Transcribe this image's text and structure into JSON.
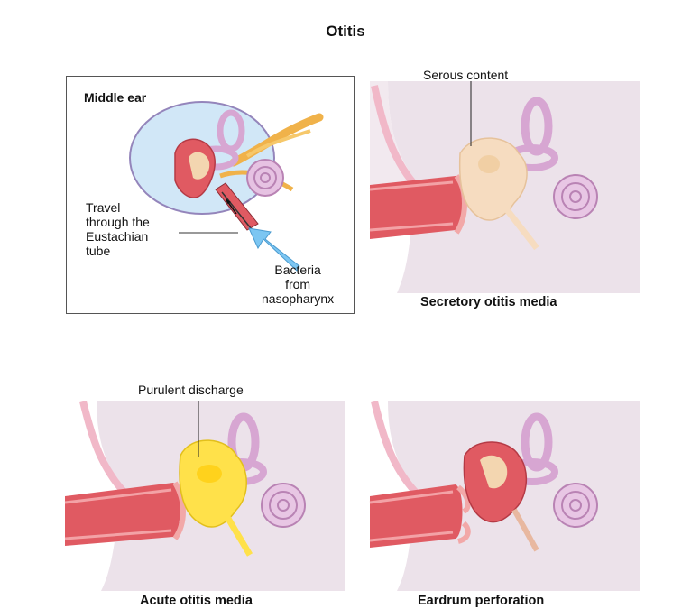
{
  "title": "Otitis",
  "panels": {
    "middle_ear": {
      "heading": "Middle ear",
      "label_travel": "Travel\nthrough the\nEustachian\ntube",
      "label_bacteria": "Bacteria\nfrom\nnasopharynx"
    },
    "secretory": {
      "callout": "Serous content",
      "caption": "Secretory otitis media"
    },
    "acute": {
      "callout": "Purulent discharge",
      "caption": "Acute otitis media"
    },
    "perforation": {
      "caption": "Eardrum perforation"
    }
  },
  "colors": {
    "canal": "#e05a62",
    "canal_light": "#f6b3b3",
    "bone": "#ece2ea",
    "cochlea": "#d7a6d2",
    "nerve": "#f0b24a",
    "serous": "#f6dcc0",
    "pus": "#ffe14a",
    "fluid_blue": "#cfe6f7",
    "arrow_blue": "#7cc6f2"
  }
}
